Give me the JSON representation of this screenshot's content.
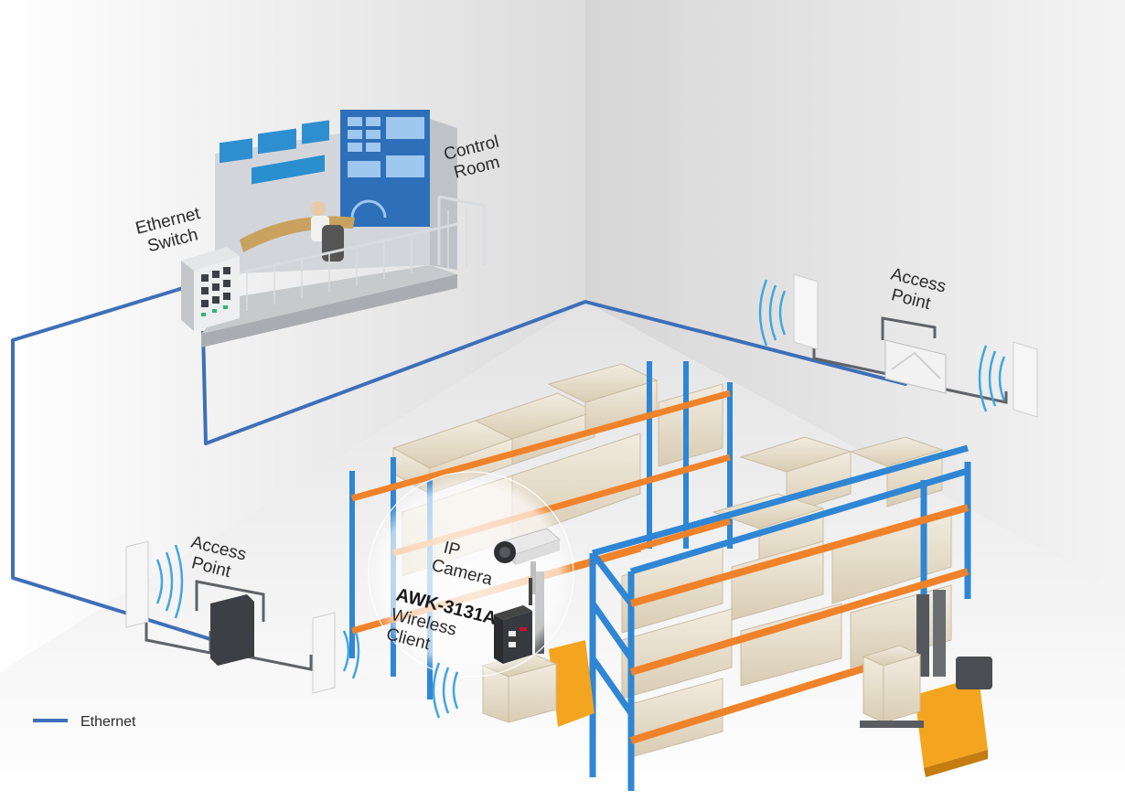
{
  "labels": {
    "control_room": [
      "Control",
      "Room"
    ],
    "ethernet_switch": [
      "Ethernet",
      "Switch"
    ],
    "access_point_right": [
      "Access",
      "Point"
    ],
    "access_point_left": [
      "Access",
      "Point"
    ],
    "ip_camera": [
      "IP",
      "Camera"
    ],
    "wireless_client": [
      "AWK-3131A",
      "Wireless",
      "Client"
    ]
  },
  "legend": {
    "ethernet": "Ethernet"
  },
  "colors": {
    "ethernet_line": "#3e6fb8",
    "rack_blue": "#2f86d4",
    "beam_orange": "#f0822a",
    "box_cream": "#ece4d3",
    "forklift": "#f3a51f"
  }
}
